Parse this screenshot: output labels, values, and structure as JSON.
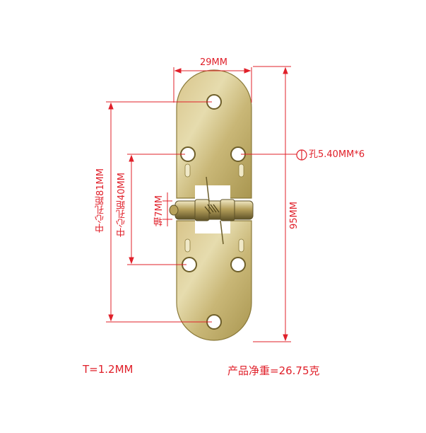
{
  "labels": {
    "width": "29MM",
    "length": "95MM",
    "center_81": "中心孔距81MM",
    "center_40": "中心孔距40MM",
    "axle": "轴7MM",
    "hole": "孔5.40MM*6"
  },
  "footer": {
    "thickness": "T=1.2MM",
    "net_weight": "产品净重=26.75克"
  },
  "colors": {
    "annotation": "#e0202a",
    "metal_light": "#e2d9a8",
    "metal_mid": "#c8b56e",
    "metal_dark": "#8b7a3a"
  }
}
